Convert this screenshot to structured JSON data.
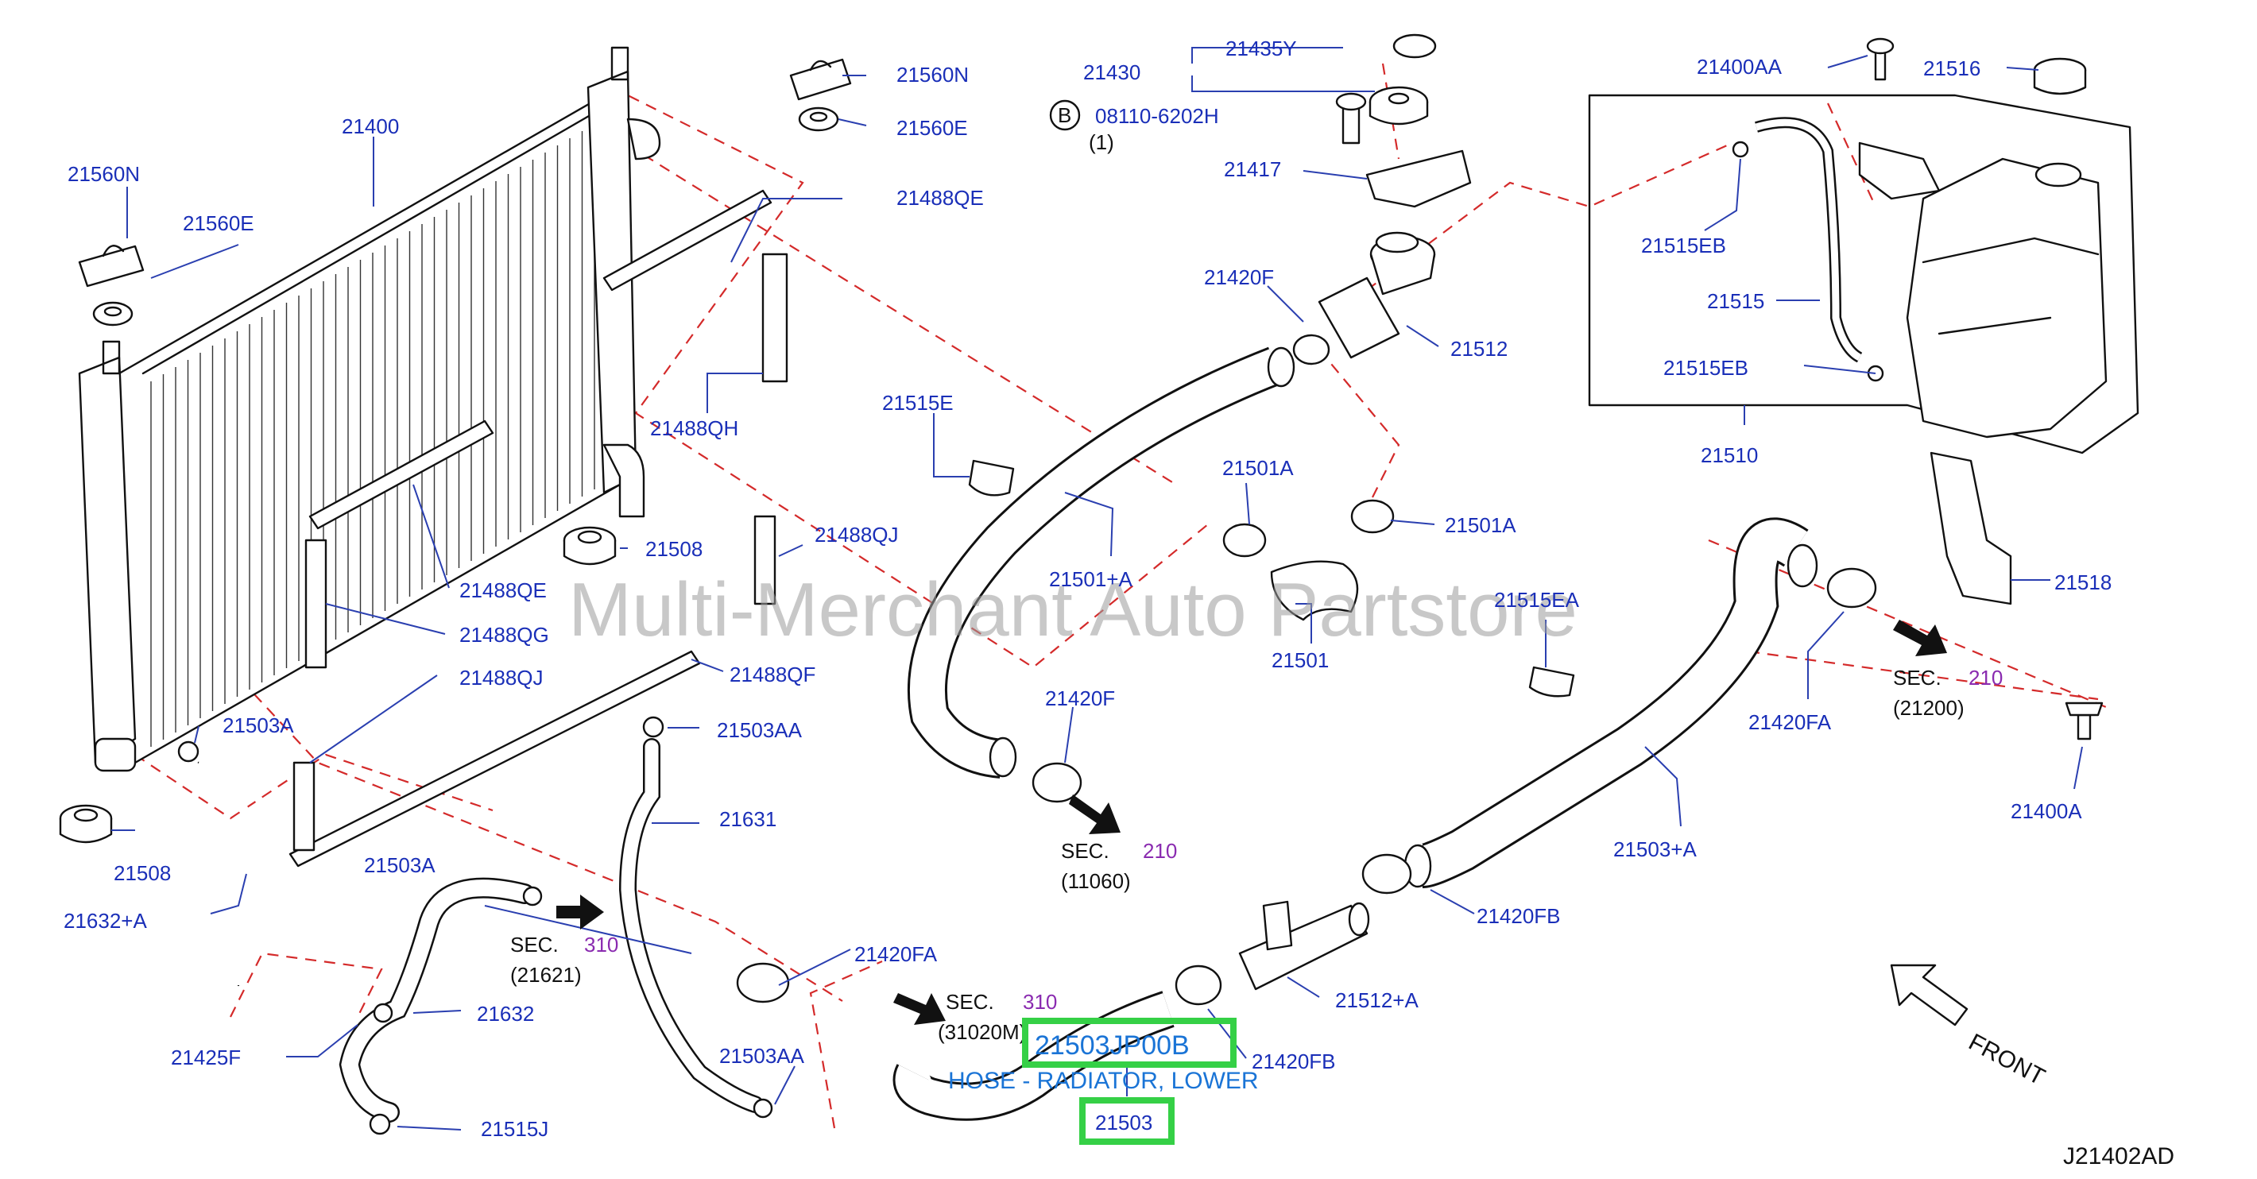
{
  "watermark": "Multi-Merchant Auto Partstore",
  "ref_code": "J21402AD",
  "highlight": {
    "code": "21503JP00B",
    "description": "HOSE - RADIATOR, LOWER",
    "ref": "21503",
    "color": "#35d046"
  },
  "labels": {
    "p21400": "21400",
    "p21560N_l": "21560N",
    "p21560E_l": "21560E",
    "p21560N_r": "21560N",
    "p21560E_r": "21560E",
    "p21488QE_t": "21488QE",
    "p21488QH": "21488QH",
    "p21488QE_m": "21488QE",
    "p21488QG": "21488QG",
    "p21488QJ_r": "21488QJ",
    "p21488QJ_l": "21488QJ",
    "p21488QF": "21488QF",
    "p21508_t": "21508",
    "p21508_b": "21508",
    "p21503A_t": "21503A",
    "p21503A_b": "21503A",
    "p21503AA_t": "21503AA",
    "p21503AA_b": "21503AA",
    "p21632A": "21632+A",
    "p21631": "21631",
    "p21632": "21632",
    "p21425F": "21425F",
    "p21515J": "21515J",
    "p21420FA_b": "21420FA",
    "p21430": "21430",
    "p21435Y": "21435Y",
    "p08110": "08110-6202H",
    "p08110_qty": "(1)",
    "p_b_marker": "B",
    "p21417": "21417",
    "p21420F_t": "21420F",
    "p21512": "21512",
    "p21515E": "21515E",
    "p21501A_l": "21501A",
    "p21501A_r": "21501A",
    "p21501A": "21501+A",
    "p21501": "21501",
    "p21420F_b": "21420F",
    "p21515EA": "21515EA",
    "p21400AA": "21400AA",
    "p21516": "21516",
    "p21515EB_t": "21515EB",
    "p21515": "21515",
    "p21515EB_b": "21515EB",
    "p21510": "21510",
    "p21518": "21518",
    "p21420FA_r": "21420FA",
    "p21400A": "21400A",
    "p21503A_r": "21503+A",
    "p21420FB_r": "21420FB",
    "p21512A": "21512+A",
    "p21420FB_b": "21420FB",
    "front": "FRONT"
  },
  "sections": {
    "s1": {
      "sec": "SEC.",
      "num": "210",
      "code": "(11060)"
    },
    "s2": {
      "sec": "SEC.",
      "num": "210",
      "code": "(21200)"
    },
    "s3": {
      "sec": "SEC.",
      "num": "310",
      "code": "(21621)"
    },
    "s4": {
      "sec": "SEC.",
      "num": "310",
      "code": "(31020M)"
    }
  }
}
